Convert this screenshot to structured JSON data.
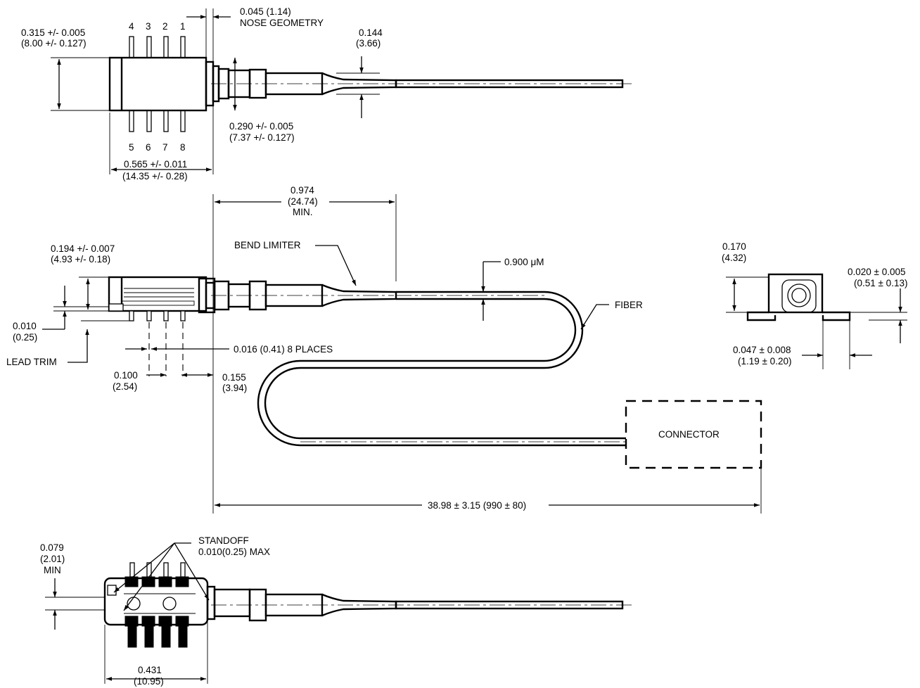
{
  "top_view": {
    "pin_top": [
      "4",
      "3",
      "2",
      "1"
    ],
    "pin_bottom": [
      "5",
      "6",
      "7",
      "8"
    ],
    "nose_value": "0.045 (1.14)",
    "nose_label": "NOSE GEOMETRY",
    "height_in": "0.315 +/- 0.005",
    "height_mm": "(8.00 +/- 0.127)",
    "taper_in": "0.144",
    "taper_mm": "(3.66)",
    "ferrule_in": "0.290 +/- 0.005",
    "ferrule_mm": "(7.37 +/- 0.127)",
    "length_in": "0.565 +/- 0.011",
    "length_mm": "(14.35 +/- 0.28)"
  },
  "side_view": {
    "min_len_in": "0.974",
    "min_len_mm": "(24.74)",
    "min_label": "MIN.",
    "body_in": "0.194 +/- 0.007",
    "body_mm": "(4.93 +/- 0.18)",
    "bend_limiter": "BEND LIMITER",
    "fiber_dia": "0.900 μM",
    "fiber": "FIBER",
    "offset_in": "0.010",
    "offset_mm": "(0.25)",
    "lead_trim": "LEAD TRIM",
    "lead_width": "0.016 (0.41) 8 PLACES",
    "pitch_in": "0.100",
    "pitch_mm": "(2.54)",
    "end_in": "0.155",
    "end_mm": "(3.94)",
    "connector": "CONNECTOR",
    "total_length": "38.98 ± 3.15 (990 ± 80)"
  },
  "end_view": {
    "height_in": "0.170",
    "height_mm": "(4.32)",
    "lead_thk_in": "0.020 ± 0.005",
    "lead_thk_mm": "(0.51 ± 0.13)",
    "foot_in": "0.047 ± 0.008",
    "foot_mm": "(1.19 ± 0.20)"
  },
  "bottom_view": {
    "standoff": "STANDOFF",
    "standoff_max": "0.010(0.25) MAX",
    "hole_in": "0.079",
    "hole_mm": "(2.01)",
    "hole_min": "MIN",
    "spacing_in": "0.431",
    "spacing_mm": "(10.95)"
  }
}
